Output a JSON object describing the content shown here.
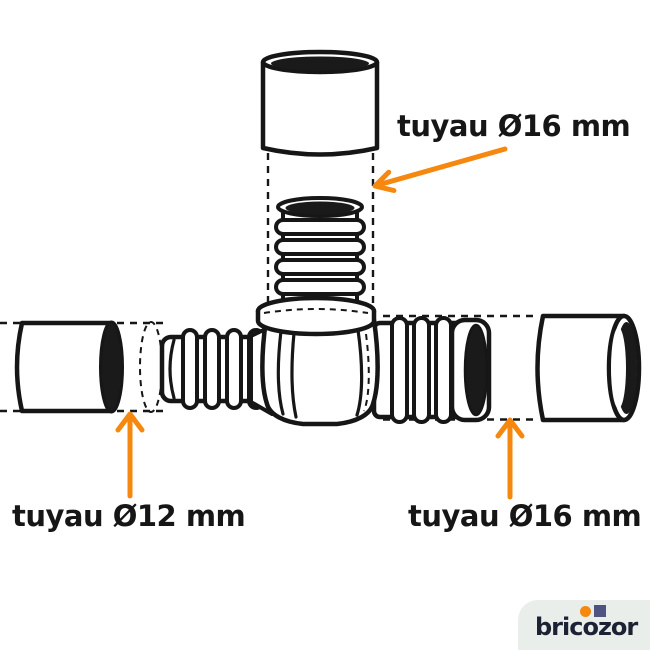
{
  "diagram": {
    "labels": {
      "top_outlet": "tuyau Ø16 mm",
      "left_outlet": "tuyau Ø12 mm",
      "right_outlet": "tuyau Ø16 mm"
    }
  },
  "branding": {
    "logo_text": "bricozor"
  },
  "colors": {
    "line": "#161616",
    "dark_fill": "#1a1a1a",
    "arrow": "#F6870F",
    "text": "#161616",
    "logo_bg": "#E9EEEA",
    "logo_text": "#1D2134",
    "logo_dot": "#F6870F",
    "logo_square": "#4E5382"
  }
}
